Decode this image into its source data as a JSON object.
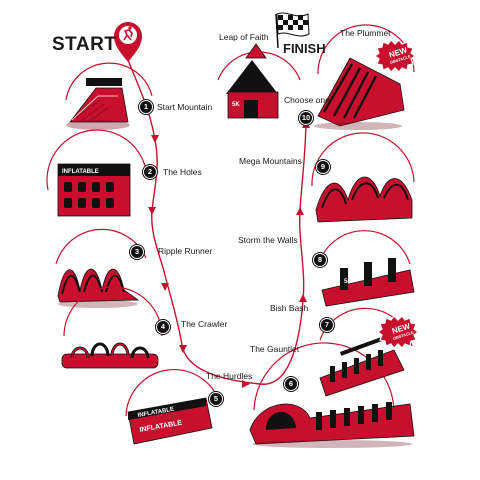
{
  "start_label": "START",
  "finish_label": "FINISH",
  "stations": [
    {
      "number": "1",
      "label": "Start Mountain"
    },
    {
      "number": "2",
      "label": "The Holes"
    },
    {
      "number": "3",
      "label": "Ripple Runner"
    },
    {
      "number": "4",
      "label": "The Crawler"
    },
    {
      "number": "5",
      "label": "The Hurdles"
    },
    {
      "number": "6",
      "label": "The Gauntlet"
    },
    {
      "number": "7",
      "label": "Bish Bash"
    },
    {
      "number": "8",
      "label": "Storm the Walls"
    },
    {
      "number": "9",
      "label": "Mega Mountains"
    },
    {
      "number": "10",
      "label": "Choose one"
    }
  ],
  "finale_options": [
    {
      "label": "Leap of Faith"
    },
    {
      "label": "The Plummet",
      "badge": "NEW OBSTACLE"
    }
  ],
  "badges": {
    "new_obstacle_top": "NEW",
    "new_obstacle_sub": "OBSTACLE"
  },
  "product_text": "INFLATABLE",
  "colors": {
    "accent": "#c8102e",
    "dark": "#1a1a1a",
    "path": "#c8102e"
  }
}
